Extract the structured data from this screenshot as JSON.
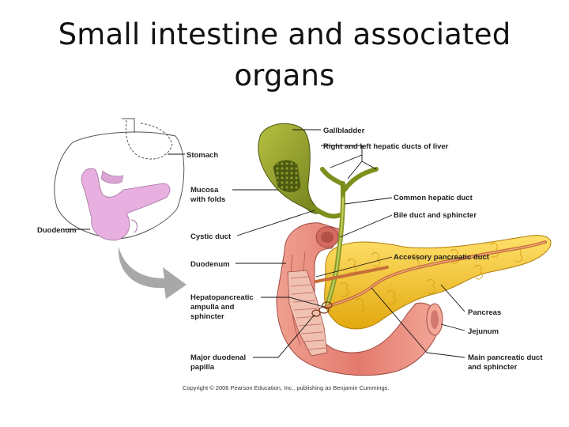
{
  "title": {
    "line1": "Small intestine and associated",
    "line2": "organs"
  },
  "labels": {
    "gallbladder": "Gallbladder",
    "hepatic_ducts_1": "Right and left hepatic ducts of liver",
    "stomach": "Stomach",
    "mucosa_1": "Mucosa",
    "mucosa_2": "with folds",
    "common_hepatic_duct": "Common hepatic duct",
    "bile_duct": "Bile duct and sphincter",
    "duodenum_left": "Duodenum",
    "cystic_duct": "Cystic duct",
    "accessory_pancreatic_duct": "Accessory pancreatic duct",
    "duodenum_center": "Duodenum",
    "hepatopancreatic_1": "Hepatopancreatic",
    "hepatopancreatic_2": "ampulla and",
    "hepatopancreatic_3": "sphincter",
    "pancreas": "Pancreas",
    "jejunum": "Jejunum",
    "major_papilla_1": "Major duodenal",
    "major_papilla_2": "papilla",
    "main_duct_1": "Main pancreatic duct",
    "main_duct_2": "and sphincter"
  },
  "copyright": "Copyright © 2006 Pearson Education, Inc., publishing as Benjamin Cummings.",
  "colors": {
    "gallbladder": "#8a9a2a",
    "duodenum": "#e8857a",
    "pancreas": "#f4c622",
    "duct": "#c8703a",
    "thumbnail_organ": "#e7b0e0",
    "arrow": "#a8a8a8"
  }
}
